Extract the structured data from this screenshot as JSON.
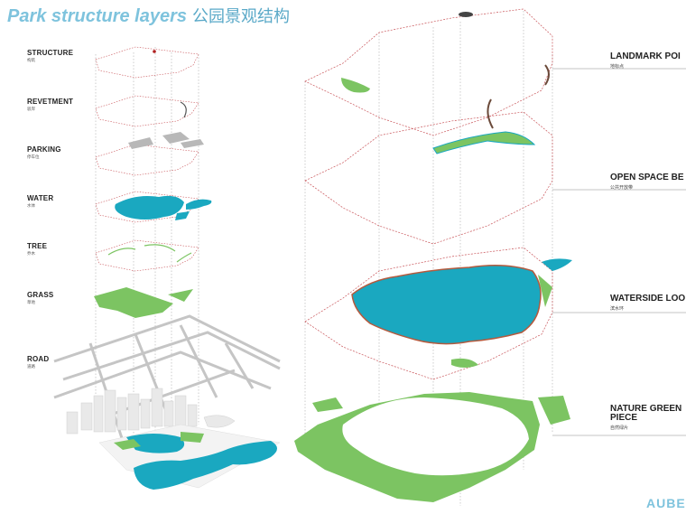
{
  "title": {
    "en": "Park structure layers",
    "cn": "公园景观结构"
  },
  "left_layers": [
    {
      "en": "STRUCTURE",
      "cn": "构筑"
    },
    {
      "en": "REVETMENT",
      "cn": "驳岸"
    },
    {
      "en": "PARKING",
      "cn": "停车位"
    },
    {
      "en": "WATER",
      "cn": "水体"
    },
    {
      "en": "TREE",
      "cn": "乔木"
    },
    {
      "en": "GRASS",
      "cn": "草地"
    },
    {
      "en": "ROAD",
      "cn": "道路"
    }
  ],
  "right_layers": [
    {
      "en": "LANDMARK POI",
      "cn": "地标点"
    },
    {
      "en": "OPEN SPACE BE",
      "cn": "公共开放带"
    },
    {
      "en": "WATERSIDE LOO",
      "cn": "滨水环"
    },
    {
      "en": "NATURE GREEN",
      "en2": "PIECE",
      "cn": "自然绿片"
    }
  ],
  "brand": "AUBE",
  "colors": {
    "water": "#1aa8c0",
    "grass": "#7cc462",
    "frame": "#c9555a",
    "title": "#7ec3dd"
  }
}
